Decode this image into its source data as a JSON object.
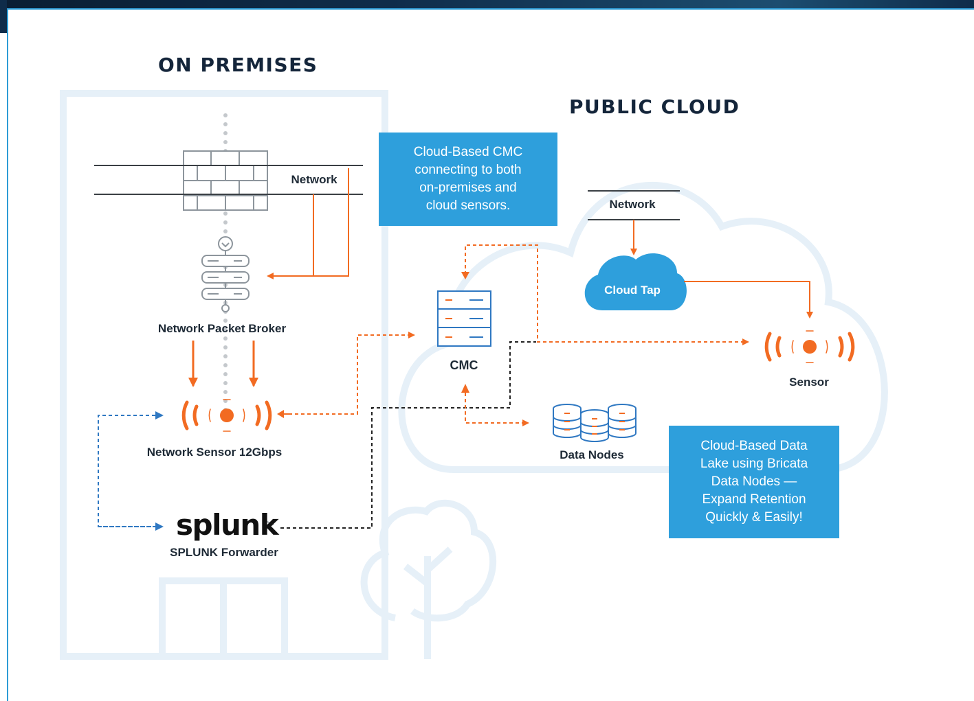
{
  "sections": {
    "on_premises": "ON PREMISES",
    "public_cloud": "PUBLIC CLOUD"
  },
  "callouts": {
    "cmc": [
      "Cloud-Based CMC",
      "connecting to both",
      "on-premises and",
      "cloud sensors."
    ],
    "data_lake": [
      "Cloud-Based Data",
      "Lake using Bricata",
      "Data Nodes —",
      "Expand Retention",
      "Quickly & Easily!"
    ]
  },
  "nodes": {
    "network_onprem": "Network",
    "packet_broker": "Network Packet Broker",
    "network_sensor": "Network Sensor 12Gbps",
    "splunk_logo": "splunk",
    "splunk_forwarder": "SPLUNK Forwarder",
    "cmc": "CMC",
    "data_nodes": "Data Nodes",
    "network_cloud": "Network",
    "cloud_tap": "Cloud Tap",
    "sensor": "Sensor"
  },
  "colors": {
    "accent_orange": "#f26b22",
    "callout_blue": "#2e9fdc",
    "link_blue": "#2f78c2",
    "outline_gray": "#8d959c",
    "background_line": "#e6f0f8"
  }
}
